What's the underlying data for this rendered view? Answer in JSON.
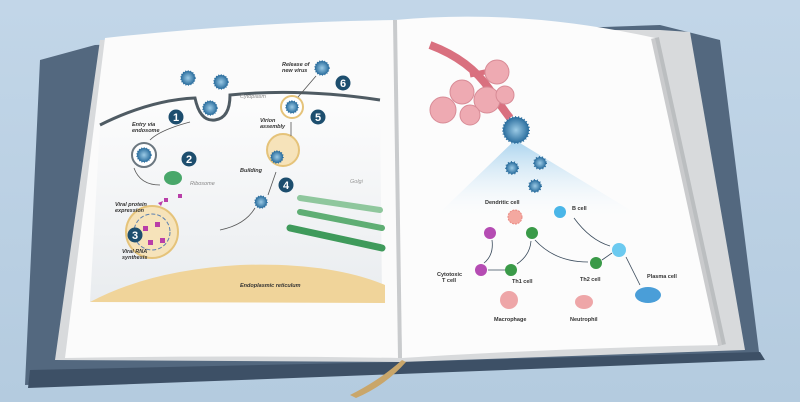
{
  "left_page": {
    "steps": [
      "1",
      "2",
      "3",
      "4",
      "5",
      "6"
    ],
    "release": [
      "Release of",
      "new virus"
    ],
    "cytoplasm": "Cytoplasm",
    "entry": [
      "Entry via",
      "endosome"
    ],
    "virion": [
      "Virion",
      "assembly"
    ],
    "ribosome": "Ribosome",
    "building": "Building",
    "golgi": "Golgi",
    "protein": [
      "Viral protein",
      "expression"
    ],
    "rna": [
      "Viral RNA",
      "synthesis"
    ],
    "er": "Endoplasmic reticulum"
  },
  "right_page": {
    "dendritic": "Dendritic cell",
    "bcell": "B cell",
    "cytotoxic": [
      "Cytotoxic",
      "T cell"
    ],
    "th1": "Th1 cell",
    "th2": "Th2 cell",
    "plasma": "Plasma cell",
    "macrophage": "Macrophage",
    "neutrophil": "Neutrophil"
  },
  "colors": {
    "virus": "#3a7fb0",
    "step_badge": "#1d4e6e",
    "membrane": "#f0d49a",
    "golgi": "#4a9a5e",
    "lung": "#e8a0a8"
  }
}
